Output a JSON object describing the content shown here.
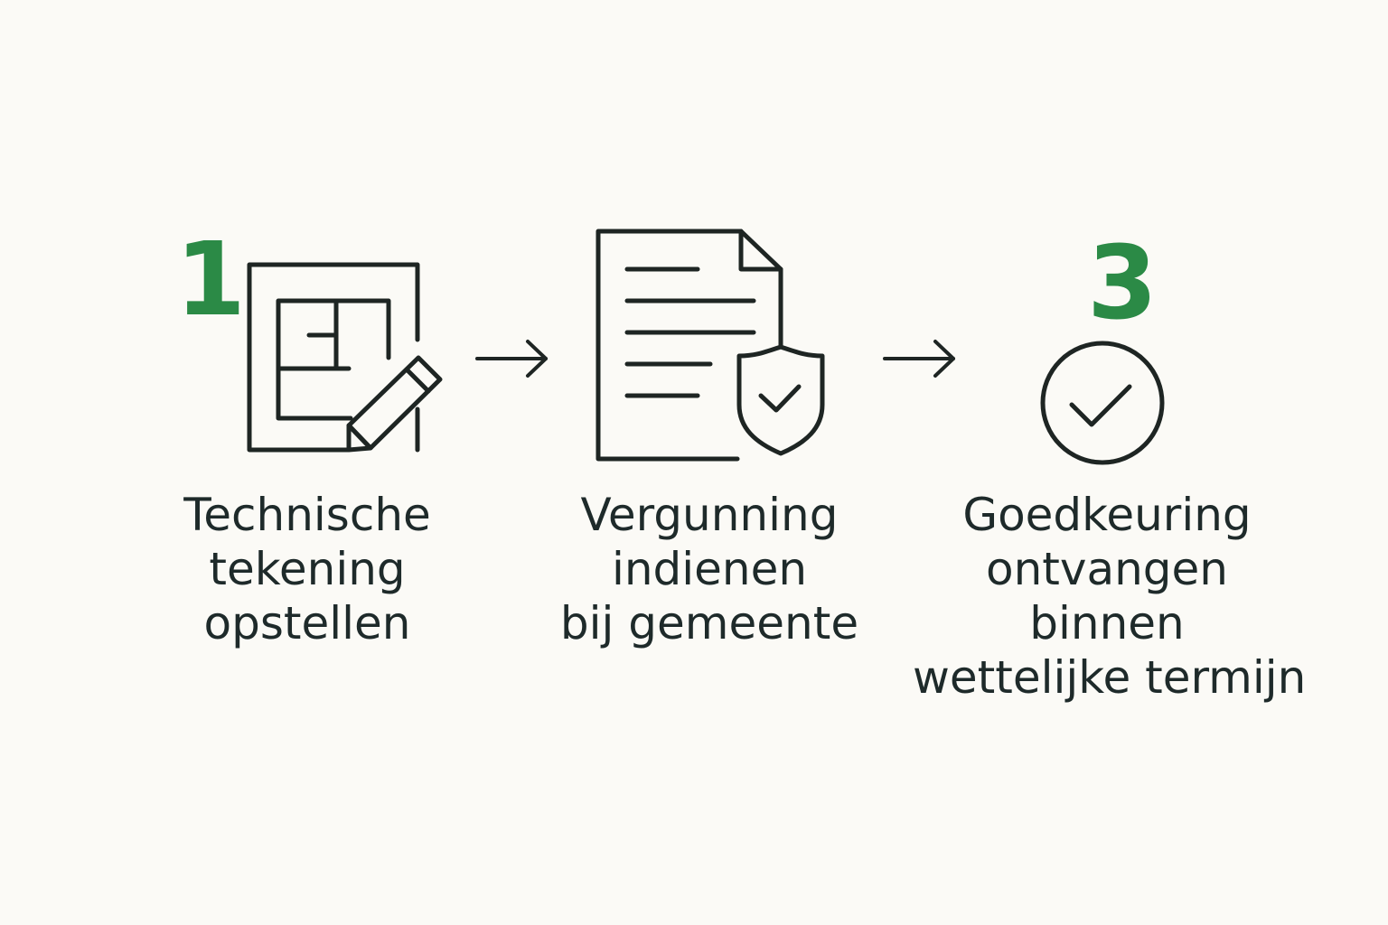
{
  "colors": {
    "accent": "#2b8a46",
    "text": "#1e2a2a",
    "background": "#fbfaf6"
  },
  "steps": [
    {
      "number": "1",
      "icon": "floor-plan-pencil-icon",
      "label_lines": [
        "Technische",
        "tekening",
        "opstellen"
      ]
    },
    {
      "number": "",
      "icon": "document-shield-icon",
      "label_lines": [
        "Vergunning",
        "indienen",
        "bij gemeente"
      ]
    },
    {
      "number": "3",
      "icon": "check-circle-icon",
      "label_lines": [
        "Goedkeuring",
        "ontvangen",
        "binnen",
        "wettelijke termijn"
      ]
    }
  ],
  "connectors": [
    "arrow-right-icon",
    "arrow-right-icon"
  ]
}
